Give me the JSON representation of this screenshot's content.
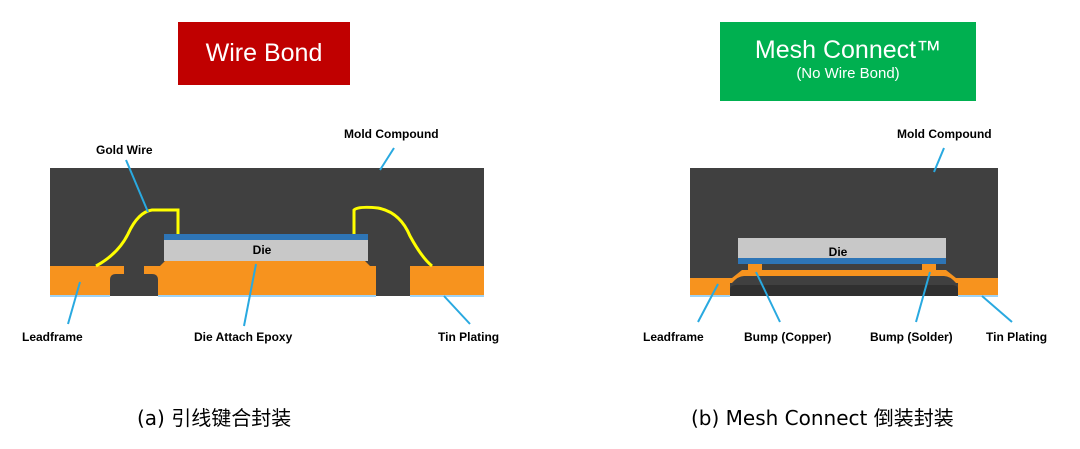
{
  "left_panel": {
    "badge": "Wire Bond",
    "labels": {
      "gold_wire": "Gold Wire",
      "mold_compound": "Mold Compound",
      "die": "Die",
      "leadframe": "Leadframe",
      "die_attach": "Die Attach Epoxy",
      "tin_plating": "Tin Plating"
    },
    "caption": "(a) 引线键合封装"
  },
  "right_panel": {
    "badge_title": "Mesh Connect™",
    "badge_sub": "(No Wire Bond)",
    "labels": {
      "mold_compound": "Mold Compound",
      "die": "Die",
      "leadframe": "Leadframe",
      "bump_copper": "Bump (Copper)",
      "bump_solder": "Bump (Solder)",
      "tin_plating": "Tin Plating"
    },
    "caption": "(b) Mesh Connect 倒装封装"
  },
  "colors": {
    "wire_bond_badge": "#c00000",
    "mesh_connect_badge": "#00b050",
    "mold": "#404040",
    "leadframe": "#f7931e",
    "die": "#c8c8c8",
    "die_layer": "#2e75b6",
    "gold_wire": "#ffff00",
    "callout_line": "#29a9e0"
  }
}
